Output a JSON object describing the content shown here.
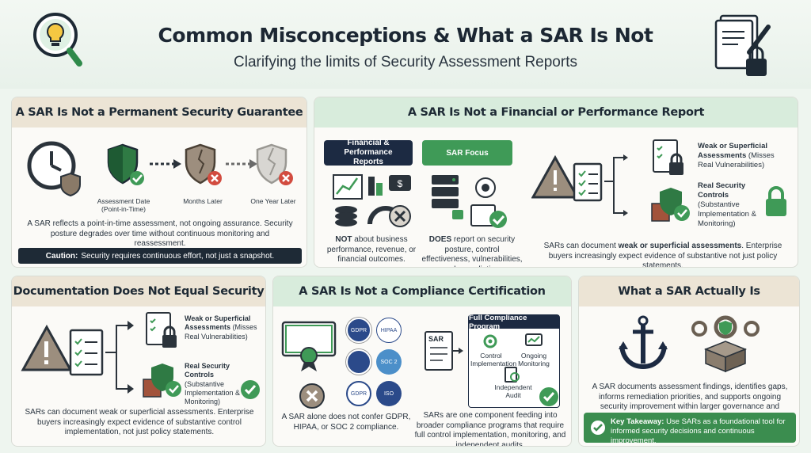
{
  "header": {
    "title": "Common Misconceptions & What a SAR Is Not",
    "subtitle": "Clarifying the limits of Security Assessment Reports"
  },
  "panel1": {
    "title": "A SAR Is Not a Permanent Security Guarantee",
    "stage1": "Assessment Date (Point-in-Time)",
    "stage2": "Months Later",
    "stage3": "One Year Later",
    "body": "A SAR reflects a point-in-time assessment, not ongoing assurance. Security posture degrades over time without continuous monitoring and reassessment.",
    "caution_label": "Caution:",
    "caution_text": "Security requires continuous effort, not just a snapshot."
  },
  "panel2": {
    "title": "A SAR Is Not a Financial or Performance Report",
    "fin_tag": "Financial & Performance Reports",
    "sar_tag": "SAR Focus",
    "fin_not": "NOT",
    "fin_text": "about business performance, revenue, or financial outcomes.",
    "sar_does": "DOES",
    "sar_text": "report on security posture, control effectiveness, vulnerabilities, and remediation.",
    "weak_title": "Weak or Superficial Assessments",
    "weak_sub": "(Misses Real Vulnerabilities)",
    "real_title": "Real Security Controls",
    "real_sub": "(Substantive Implementation & Monitoring)",
    "body_pre": "SARs can document ",
    "body_bold": "weak or superficial assessments",
    "body_post": ". Enterprise buyers increasingly expect evidence of substantive not just policy statements."
  },
  "panel3": {
    "title": "Documentation Does Not Equal Security",
    "weak_title": "Weak or Superficial Assessments",
    "weak_sub": "(Misses Real Vulnerabilities)",
    "real_title": "Real Security Controls",
    "real_sub": "(Substantive Implementation & Monitoring)",
    "body": "SARs can document weak or superficial assessments. Enterprise buyers increasingly expect evidence of substantive control implementation, not just policy statements."
  },
  "panel4": {
    "title": "A SAR Is Not a Compliance Certification",
    "badge1": "GDPR",
    "badge2": "HIPAA",
    "badge3": "SOC 2",
    "badge4": "GDPR",
    "badge5": "ISO",
    "left_text": "A SAR alone does not confer GDPR, HIPAA, or SOC 2 compliance.",
    "sar_doc": "SAR",
    "fcp_title": "Full Compliance Program",
    "fcp_item1": "Control Implementation",
    "fcp_item2": "Ongoing Monitoring",
    "fcp_item3": "Independent Audit",
    "right_text": "SARs are one component feeding into broader compliance programs that require full control implementation, monitoring, and independent audits."
  },
  "panel5": {
    "title": "What a SAR Actually Is",
    "body": "A SAR documents assessment findings, identifies gaps, informs remediation priorities, and supports ongoing security improvement within larger governance and compliance efforts.",
    "takeaway_label": "Key Takeaway:",
    "takeaway_text": "Use SARs as a foundational tool for informed security decisions and continuous improvement."
  },
  "colors": {
    "accent_green": "#3f9a57",
    "dark_navy": "#1c2a42",
    "danger_red": "#d24b3f",
    "beige_header": "#ece4d5",
    "green_header": "#d8ecdc"
  }
}
